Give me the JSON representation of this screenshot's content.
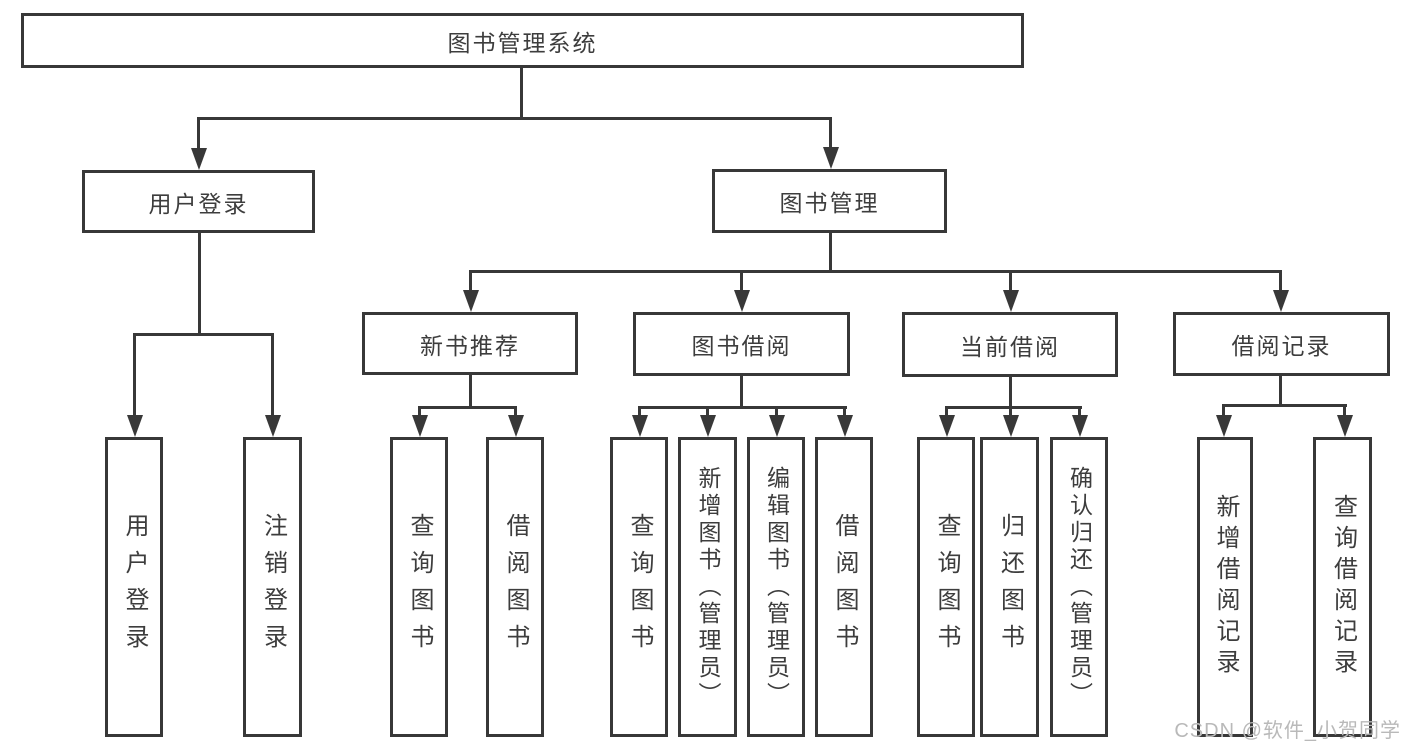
{
  "diagram": {
    "root": {
      "label": "图书管理系统"
    },
    "level2": [
      {
        "label": "用户登录"
      },
      {
        "label": "图书管理"
      }
    ],
    "level3": [
      {
        "label": "新书推荐"
      },
      {
        "label": "图书借阅"
      },
      {
        "label": "当前借阅"
      },
      {
        "label": "借阅记录"
      }
    ],
    "leaves": {
      "user_login": [
        "用户登录",
        "注销登录"
      ],
      "new_book": [
        "查询图书",
        "借阅图书"
      ],
      "book_borrow": [
        "查询图书",
        "新增图书（管理员）",
        "编辑图书（管理员）",
        "借阅图书"
      ],
      "current_borrow": [
        "查询图书",
        "归还图书",
        "确认归还（管理员）"
      ],
      "borrow_records": [
        "新增借阅记录",
        "查询借阅记录"
      ]
    }
  },
  "watermark": {
    "text": "CSDN @软件_小贺同学"
  },
  "colors": {
    "line": "#383838",
    "text": "#3d3d3d",
    "watermark": "#b9b9b9",
    "background": "#ffffff"
  }
}
